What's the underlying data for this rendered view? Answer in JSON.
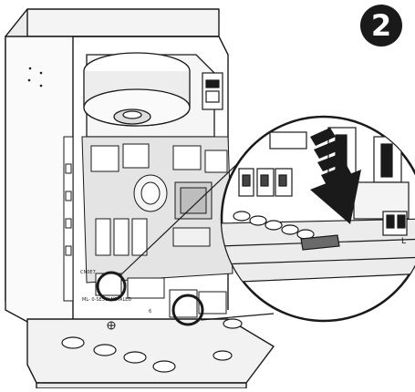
{
  "step": {
    "number": "2"
  },
  "board": {
    "label_left": "CN0E7",
    "label_bottom": "ML- 0-SE5W  NSTALED",
    "label_mid": "6"
  },
  "zoom": {
    "terminal_label": "L"
  },
  "colors": {
    "outline": "#1a1a1a",
    "face": "#ffffff",
    "shade": "#e6e6e6",
    "dark": "#1a1a1a"
  },
  "icons": [
    "push-down-arrow-icon",
    "highlight-circle-icon"
  ]
}
